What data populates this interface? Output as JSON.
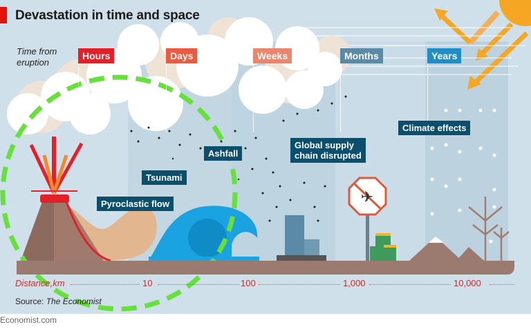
{
  "title": "Devastation in time and space",
  "time_axis": {
    "label": "Time from eruption",
    "label_line1": "Time from",
    "label_line2": "eruption",
    "stages": [
      {
        "label": "Hours",
        "color": "#e3202a"
      },
      {
        "label": "Days",
        "color": "#ec5a3f"
      },
      {
        "label": "Weeks",
        "color": "#e9866b"
      },
      {
        "label": "Months",
        "color": "#5a8aa6"
      },
      {
        "label": "Years",
        "color": "#1f8ec6"
      }
    ]
  },
  "effects": [
    {
      "label": "Pyroclastic flow"
    },
    {
      "label": "Tsunami"
    },
    {
      "label": "Ashfall"
    },
    {
      "label": "Global supply chain disrupted",
      "line1": "Global supply",
      "line2": "chain disrupted"
    },
    {
      "label": "Climate effects"
    }
  ],
  "distance_axis": {
    "label": "Distance,km",
    "ticks": [
      "10",
      "100",
      "1,000",
      "10,000"
    ]
  },
  "source": {
    "prefix": "Source: ",
    "name": "The Economist"
  },
  "footer": "Economist.com",
  "icons": [
    "volcano-icon",
    "wave-icon",
    "city-icon",
    "no-flight-sign-icon",
    "money-stack-icon",
    "mountain-icon",
    "tree-icon",
    "sun-icon",
    "cloud-icon"
  ],
  "colors": {
    "background": "#cfe0ea",
    "label_bg": "#0b4f6c",
    "distance": "#c5302b",
    "highlight_circle": "#66e03a",
    "sun": "#f5a623",
    "ground": "#9b7a6f"
  }
}
